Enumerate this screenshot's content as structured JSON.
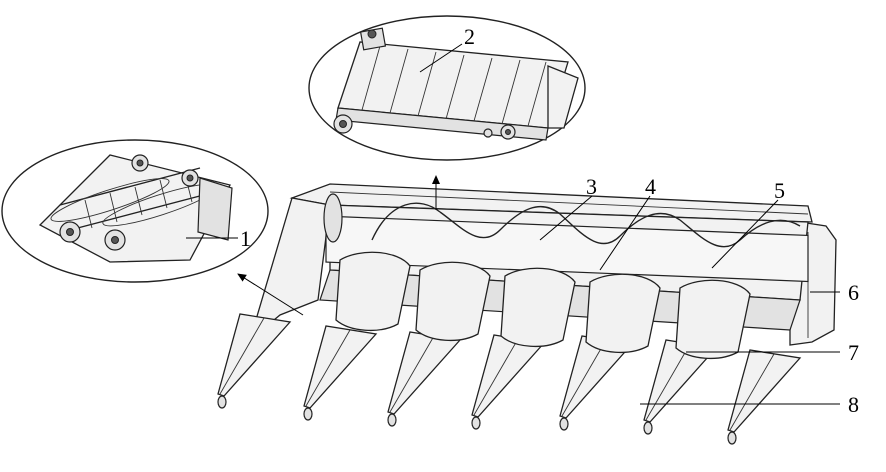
{
  "callouts": [
    {
      "id": "1",
      "label": "1"
    },
    {
      "id": "2",
      "label": "2"
    },
    {
      "id": "3",
      "label": "3"
    },
    {
      "id": "4",
      "label": "4"
    },
    {
      "id": "5",
      "label": "5"
    },
    {
      "id": "6",
      "label": "6"
    },
    {
      "id": "7",
      "label": "7"
    },
    {
      "id": "8",
      "label": "8"
    }
  ],
  "colors": {
    "line": "#222222",
    "background": "#ffffff",
    "shade": "#e2e2e2"
  }
}
